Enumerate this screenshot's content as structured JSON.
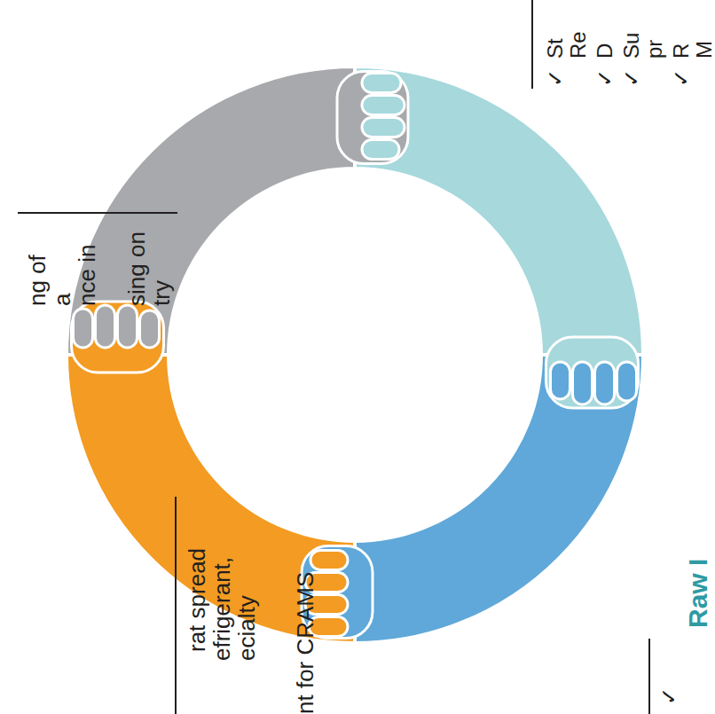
{
  "diagram": {
    "labels": [
      "ng of",
      "a",
      "nce in",
      "sing on",
      "try",
      "rat spread",
      "efrigerant,",
      "ecialty",
      "nt for CRAMS",
      "✓",
      "St",
      "Re",
      "✓",
      "D",
      "✓",
      "Su",
      "pr",
      "✓",
      "R",
      "M",
      "Raw I",
      "✓"
    ]
  }
}
